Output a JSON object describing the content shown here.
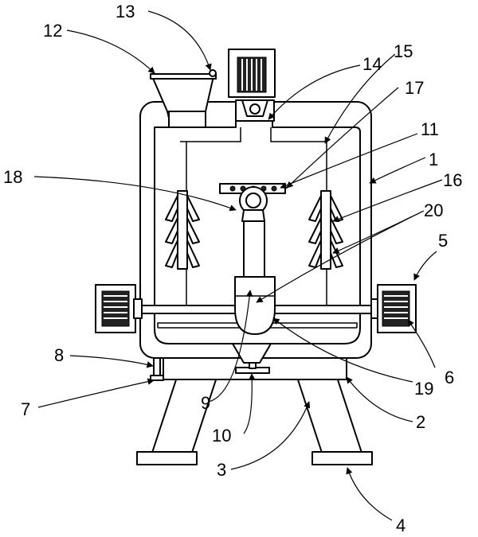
{
  "labels": {
    "l1": "1",
    "l2": "2",
    "l3": "3",
    "l4": "4",
    "l5": "5",
    "l6": "6",
    "l7": "7",
    "l8": "8",
    "l9": "9",
    "l10": "10",
    "l11": "11",
    "l12": "12",
    "l13": "13",
    "l14": "14",
    "l15": "15",
    "l16": "16",
    "l17": "17",
    "l18": "18",
    "l19": "19",
    "l20": "20"
  },
  "colors": {
    "line": "#000000",
    "background": "#ffffff"
  }
}
